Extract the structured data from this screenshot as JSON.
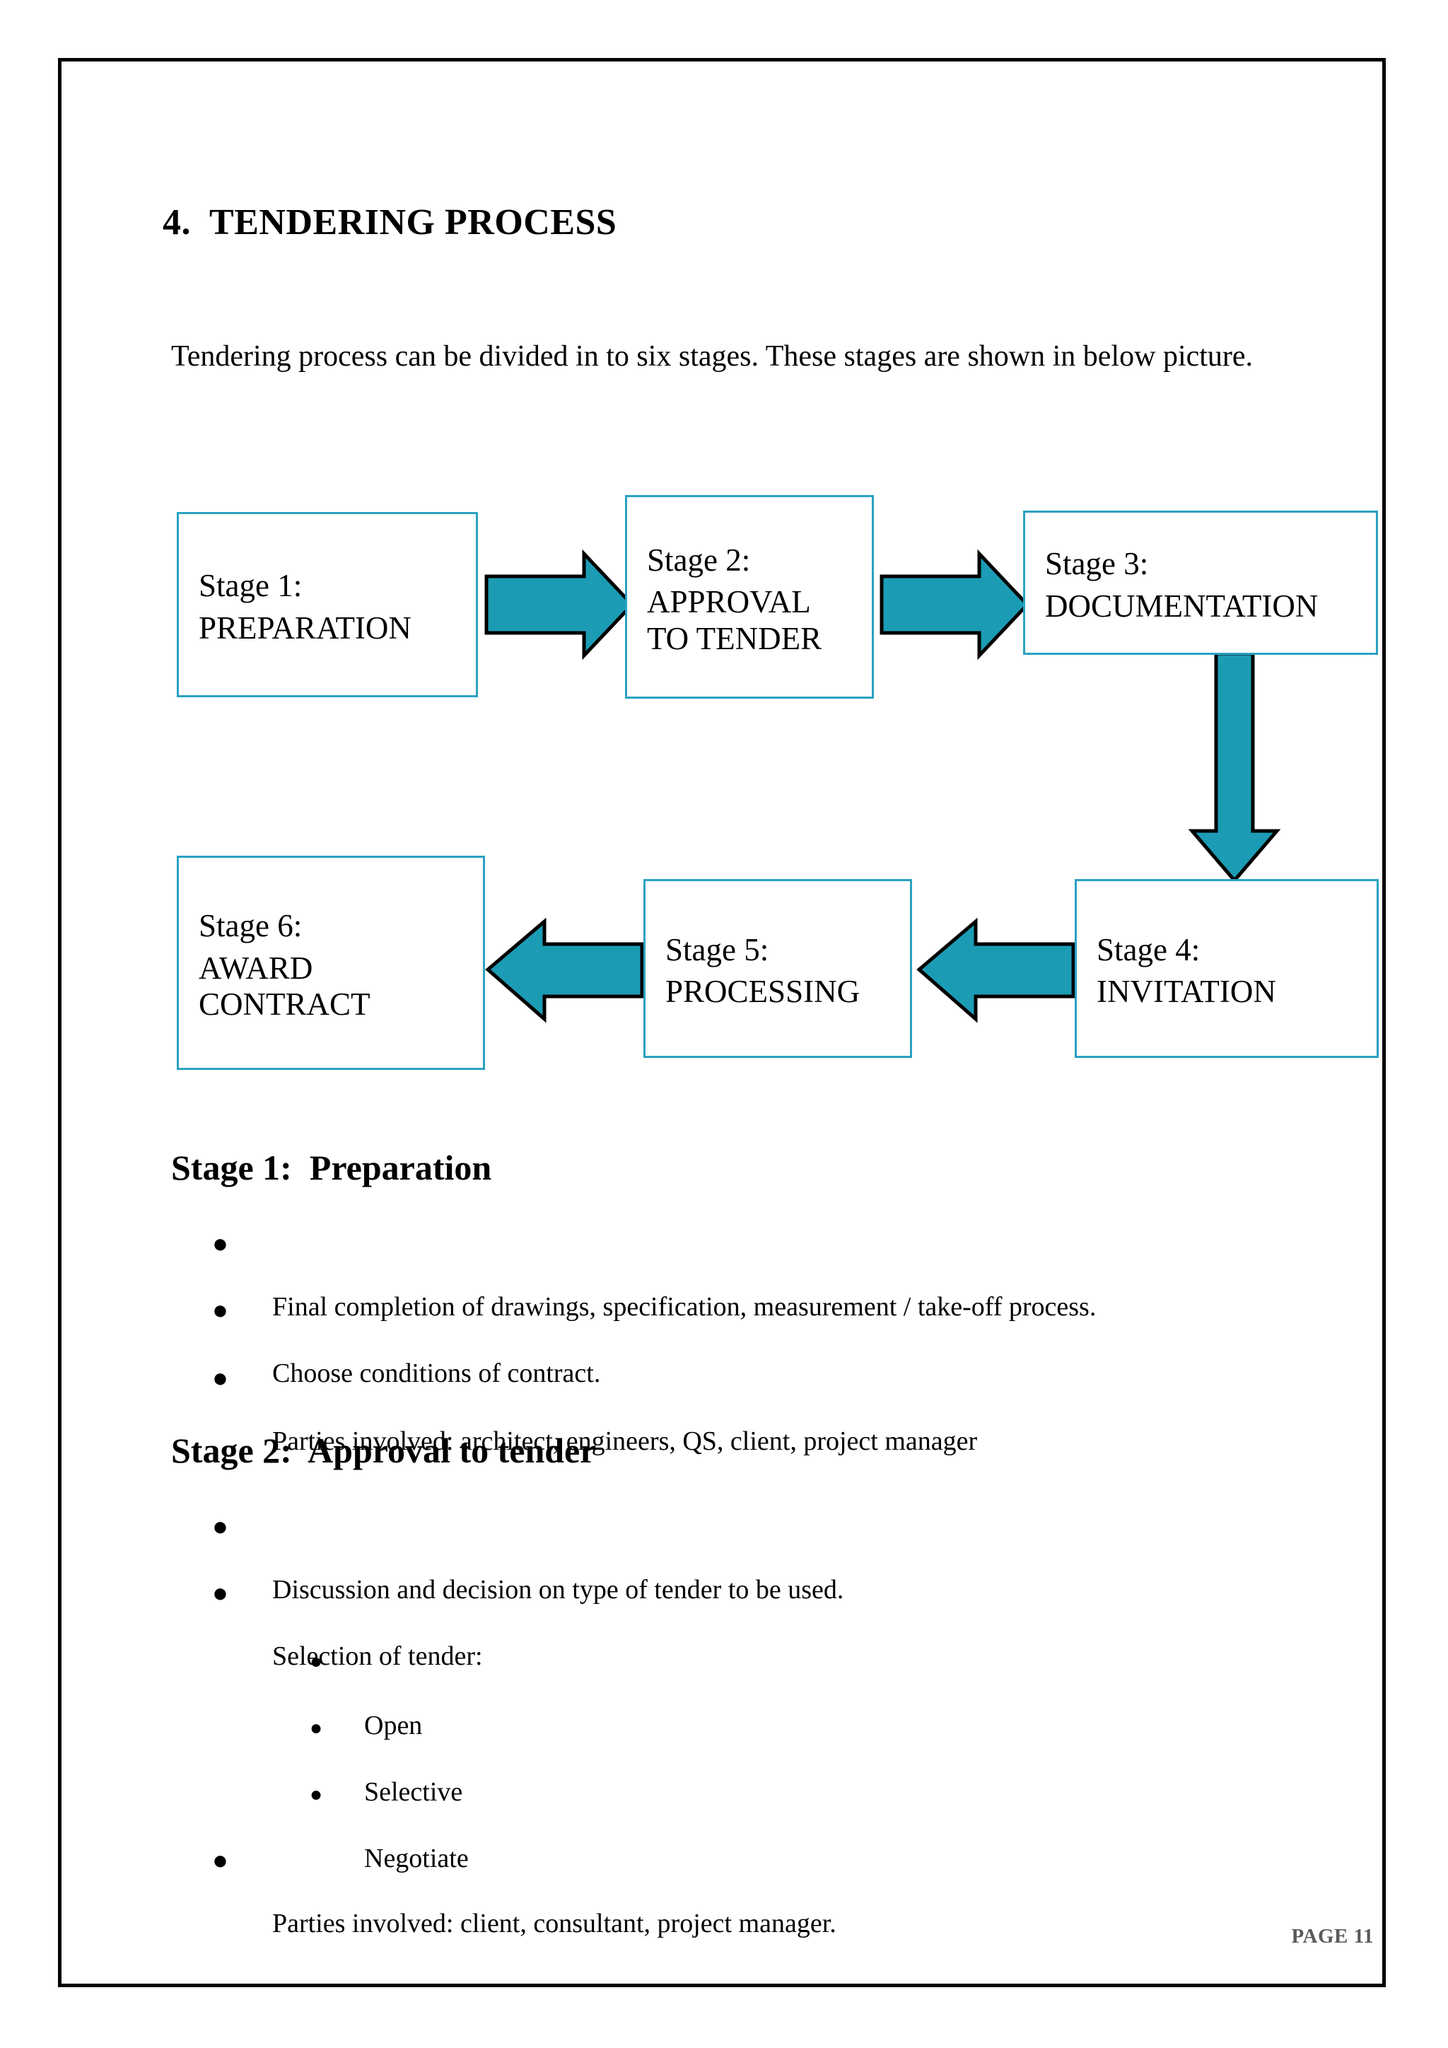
{
  "document": {
    "title": "4.  TENDERING PROCESS",
    "intro": "Tendering process can be divided in to six stages. These stages are shown in below picture.",
    "page_number": "PAGE 11"
  },
  "colors": {
    "page_border": "#000000",
    "box_border": "#2ba2c0",
    "arrow_fill": "#1b9cb4",
    "arrow_stroke": "#000000",
    "page_number_text": "#595959"
  },
  "flowchart": {
    "type": "process-flow",
    "boxes": [
      {
        "id": "stage-1",
        "stage_label": "Stage 1:",
        "name": "PREPARATION"
      },
      {
        "id": "stage-2",
        "stage_label": "Stage 2:",
        "name": "APPROVAL\nTO TENDER"
      },
      {
        "id": "stage-3",
        "stage_label": "Stage 3:",
        "name": "DOCUMENTATION"
      },
      {
        "id": "stage-4",
        "stage_label": "Stage 4:",
        "name": "INVITATION"
      },
      {
        "id": "stage-5",
        "stage_label": "Stage 5:",
        "name": "PROCESSING"
      },
      {
        "id": "stage-6",
        "stage_label": "Stage 6:",
        "name": "AWARD\nCONTRACT"
      }
    ],
    "arrows": [
      {
        "id": "arrow-1-to-2",
        "from": "stage-1",
        "to": "stage-2",
        "direction": "right"
      },
      {
        "id": "arrow-2-to-3",
        "from": "stage-2",
        "to": "stage-3",
        "direction": "right"
      },
      {
        "id": "arrow-3-to-4",
        "from": "stage-3",
        "to": "stage-4",
        "direction": "down"
      },
      {
        "id": "arrow-4-to-5",
        "from": "stage-4",
        "to": "stage-5",
        "direction": "left"
      },
      {
        "id": "arrow-5-to-6",
        "from": "stage-5",
        "to": "stage-6",
        "direction": "left"
      }
    ]
  },
  "sections": [
    {
      "id": "stage-1",
      "heading": "Stage 1:  Preparation",
      "bullets": [
        "Final completion of drawings, specification, measurement / take-off process.",
        "Choose conditions of contract.",
        "Parties involved: architect, engineers, QS, client, project manager"
      ]
    },
    {
      "id": "stage-2",
      "heading": "Stage 2:  Approval to tender",
      "bullets": [
        "Discussion and decision on type of tender to be used.",
        "Selection of tender:",
        "Parties involved: client, consultant, project manager."
      ],
      "sub_bullets": [
        "Open",
        "Selective",
        "Negotiate"
      ]
    }
  ],
  "bullet_glyph": "●"
}
